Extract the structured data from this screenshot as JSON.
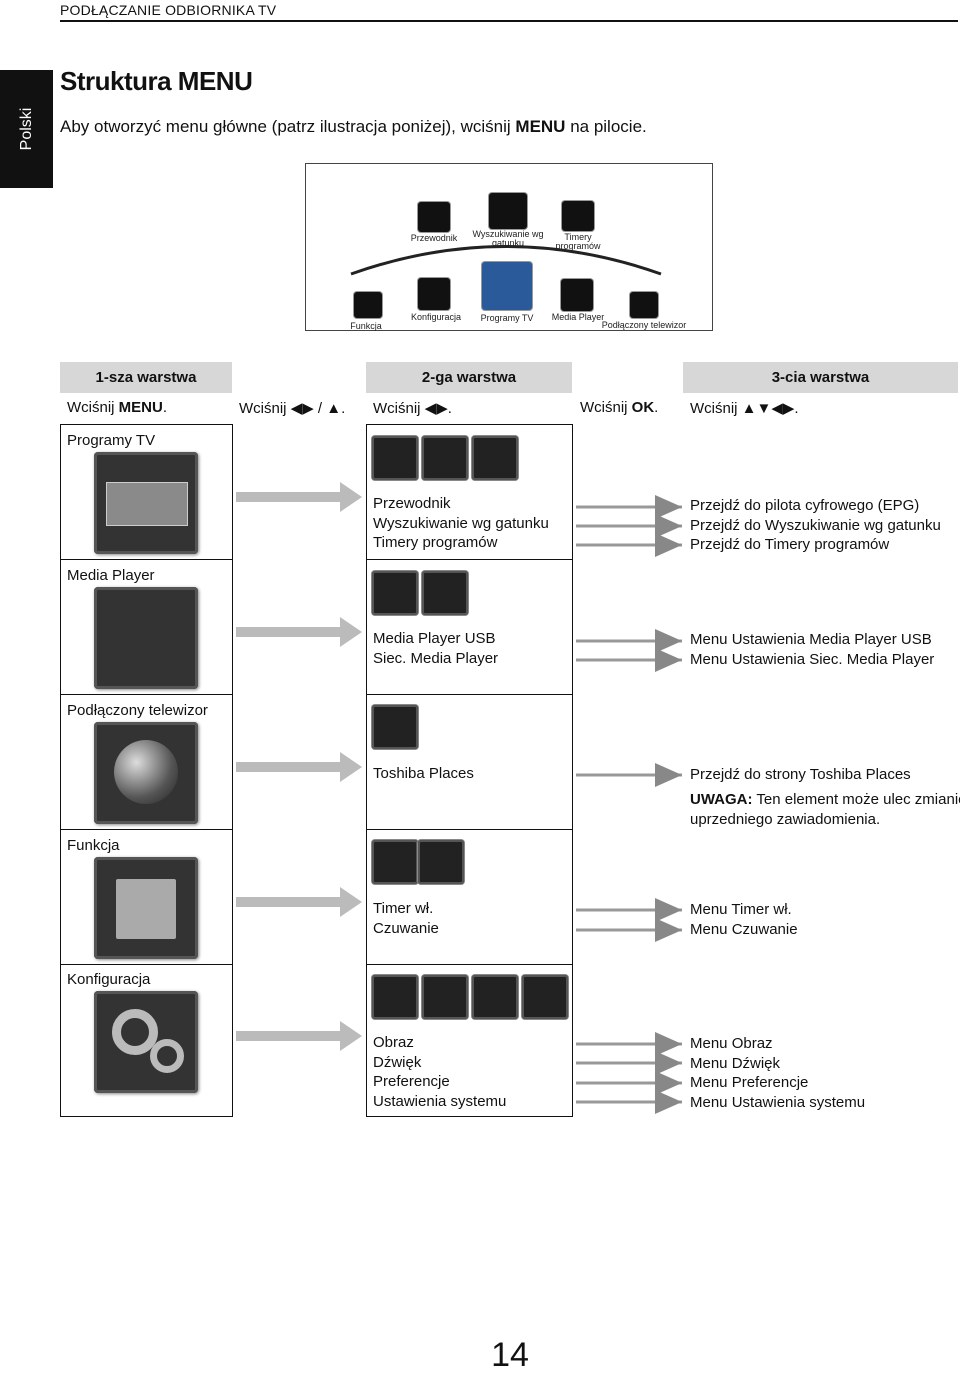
{
  "header": {
    "section": "PODŁĄCZANIE ODBIORNIKA TV",
    "language_tab": "Polski"
  },
  "title": "Struktura MENU",
  "intro": {
    "before": "Aby otworzyć menu główne (patrz ilustracja poniżej), wciśnij ",
    "bold": "MENU",
    "after": " na pilocie."
  },
  "menu_screenshot": {
    "top_items": [
      "Przewodnik",
      "Wyszukiwanie wg gatunku",
      "Timery programów"
    ],
    "bottom_items": [
      "Funkcja",
      "Konfiguracja",
      "Programy TV",
      "Media Player",
      "Podłączony telewizor"
    ]
  },
  "layers": [
    "1-sza warstwa",
    "2-ga warstwa",
    "3-cia warstwa"
  ],
  "press_row": {
    "p1_prefix": "Wciśnij ",
    "p1_key": "MENU",
    "p2_prefix": "Wciśnij ",
    "p2_keys": "◀▶ / ▲.",
    "p3_prefix": "Wciśnij ",
    "p3_keys": "◀▶.",
    "p4_prefix": "Wciśnij ",
    "p4_key": "OK",
    "p5_prefix": "Wciśnij ",
    "p5_keys": "▲▼◀▶."
  },
  "sections": [
    {
      "name": "Programy TV",
      "layer2": [
        "Przewodnik",
        "Wyszukiwanie wg gatunku",
        "Timery programów"
      ],
      "layer3": [
        "Przejdź do pilota cyfrowego (EPG)",
        "Przejdź do Wyszukiwanie wg gatunku",
        "Przejdź do Timery programów"
      ]
    },
    {
      "name": "Media Player",
      "layer2": [
        "Media Player USB",
        "Siec. Media Player"
      ],
      "layer3": [
        "Menu Ustawienia Media Player USB",
        "Menu Ustawienia Siec. Media Player"
      ]
    },
    {
      "name": "Podłączony telewizor",
      "layer2": [
        "Toshiba Places"
      ],
      "layer3": [
        "Przejdź do strony Toshiba Places"
      ],
      "note_label": "UWAGA:",
      "note_text_1": " Ten element może ulec zmianie bez",
      "note_text_2": "uprzedniego zawiadomienia."
    },
    {
      "name": "Funkcja",
      "layer2": [
        "Timer wł.",
        "Czuwanie"
      ],
      "layer3": [
        "Menu Timer wł.",
        "Menu Czuwanie"
      ]
    },
    {
      "name": "Konfiguracja",
      "layer2": [
        "Obraz",
        "Dźwięk",
        "Preferencje",
        "Ustawienia systemu"
      ],
      "layer3": [
        "Menu Obraz",
        "Menu Dźwięk",
        "Menu Preferencje",
        "Menu Ustawienia systemu"
      ]
    }
  ],
  "page_number": "14"
}
